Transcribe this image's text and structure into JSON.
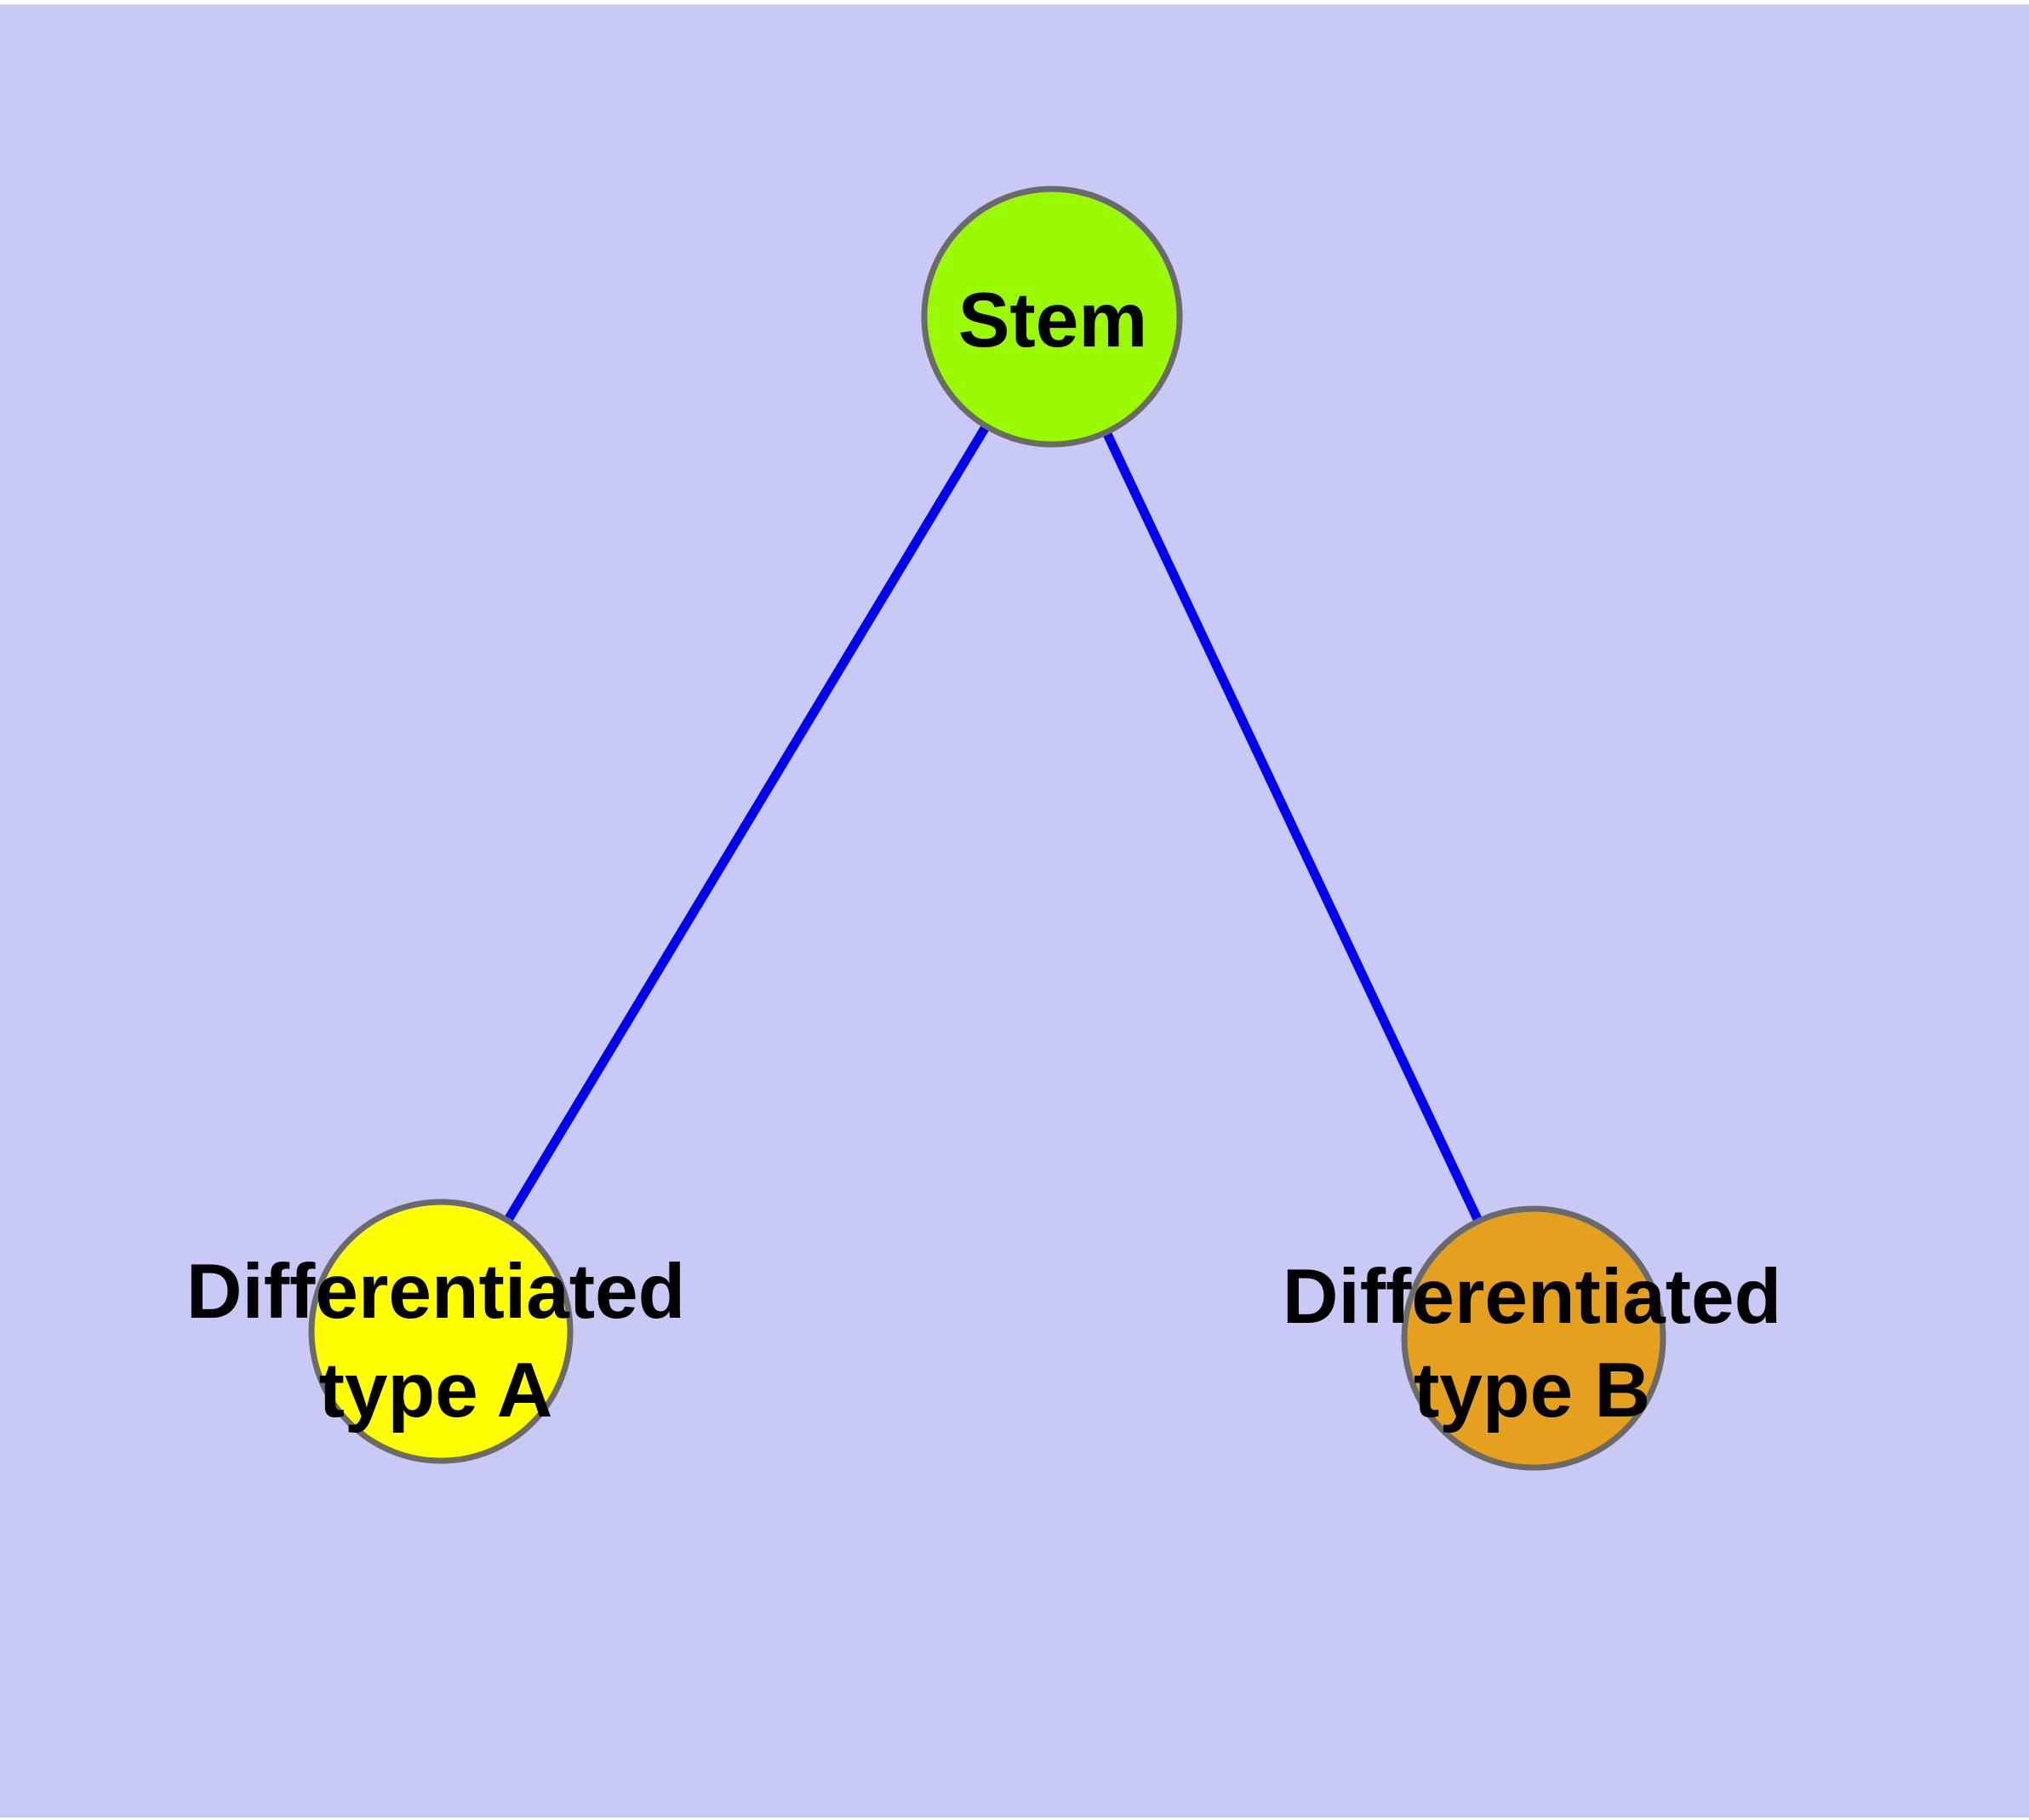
{
  "diagram": {
    "kind": "node-link-graph",
    "background_color": "#c9c9f6",
    "margin_color": "#ffffff",
    "edge_color": "#0000f2",
    "node_border_color": "#6a6a6a",
    "label_color": "#000000",
    "nodes": {
      "stem": {
        "label": "Stem",
        "fill": "#99fa01"
      },
      "type_a": {
        "label_line1": "Differentiated",
        "label_line2": "type A",
        "fill": "#ffff00"
      },
      "type_b": {
        "label_line1": "Differentiated",
        "label_line2": "type B",
        "fill": "#e5a01d"
      }
    },
    "edges": [
      {
        "from": "Stem",
        "to": "Differentiated type A"
      },
      {
        "from": "Stem",
        "to": "Differentiated type B"
      }
    ]
  }
}
